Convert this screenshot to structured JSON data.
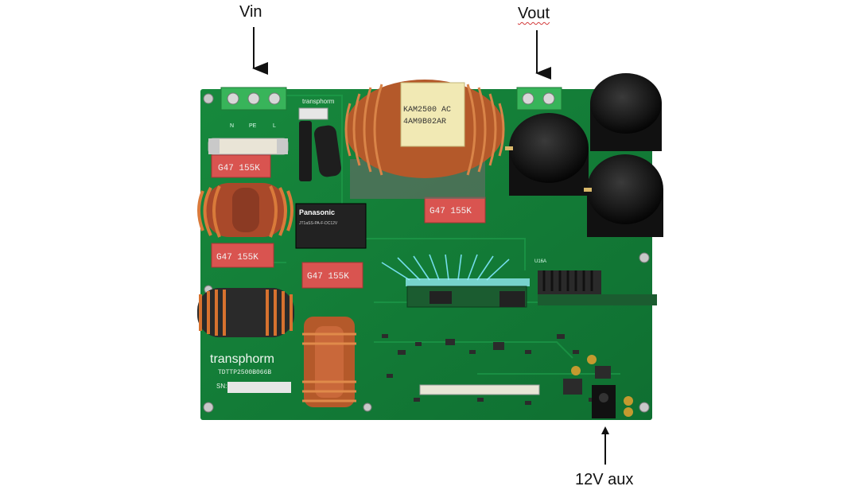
{
  "labels": {
    "vin": "Vin",
    "vout": "Vout",
    "aux": "12V aux"
  },
  "board": {
    "brand": "transphorm",
    "top_brand": "transphorm",
    "part_number": "TDTTP2500B066B",
    "serial_label": "SN:",
    "relay_brand": "Panasonic",
    "relay_text": "JT1aSS-PA-F-DC12V",
    "capacitor_marking": "G47 155K",
    "toroid_marking_1": "KAM2500 AC",
    "toroid_marking_2": "4AM9B02AR",
    "terminal_labels": [
      "N",
      "PE",
      "L"
    ],
    "heatsink_label": "U16A"
  },
  "colors": {
    "pcb": "#15803a",
    "copper": "#b4592a",
    "capacitor": "#1c1c1c",
    "film_cap": "#d9534f"
  }
}
